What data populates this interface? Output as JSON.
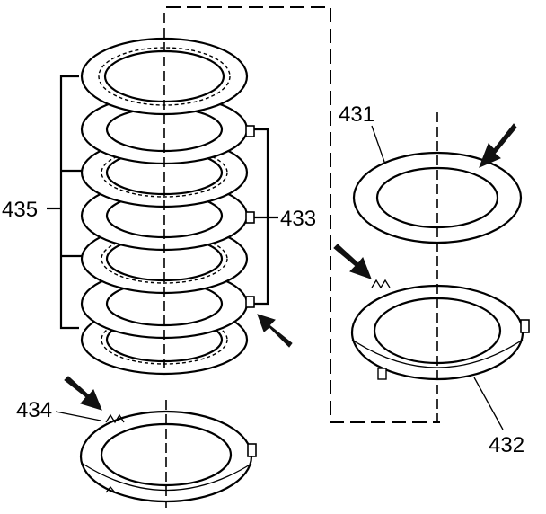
{
  "diagram": {
    "labels": {
      "frictions": "435",
      "steels": "433",
      "top_plate": "431",
      "bottom_plate": "432",
      "backing_plate": "434"
    }
  }
}
